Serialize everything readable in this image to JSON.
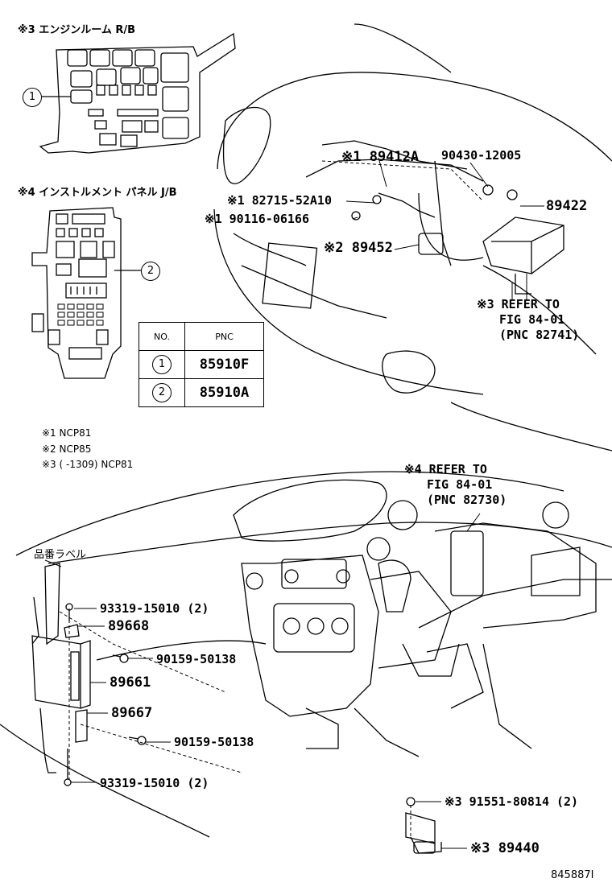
{
  "headers": {
    "engine_rb": "※3 エンジンルーム R/B",
    "instrument_jb": "※4 インストルメント パネル J/B"
  },
  "callouts": {
    "one": "1",
    "two": "2"
  },
  "table": {
    "col_no": "NO.",
    "col_pnc": "PNC",
    "rows": [
      {
        "no": "1",
        "pnc": "85910F"
      },
      {
        "no": "2",
        "pnc": "85910A"
      }
    ]
  },
  "notes": {
    "n1": "※1 NCP81",
    "n2": "※2 NCP85",
    "n3": "※3 (       -1309) NCP81"
  },
  "label_jp": "品番ラベル",
  "parts": {
    "p89412a": "※1 89412A",
    "p90430": "90430-12005",
    "p82715": "※1 82715-52A10",
    "p89422": "89422",
    "p90116": "※1 90116-06166",
    "p89452": "※2 89452",
    "ref1_line1": "※3 REFER TO",
    "ref1_line2": "FIG 84-01",
    "ref1_line3": "(PNC 82741)",
    "ref2_line1": "※4 REFER TO",
    "ref2_line2": "FIG 84-01",
    "ref2_line3": "(PNC 82730)",
    "p93319a": "93319-15010 (2)",
    "p89668": "89668",
    "p90159a": "90159-50138",
    "p89661": "89661",
    "p89667": "89667",
    "p90159b": "90159-50138",
    "p93319b": "93319-15010 (2)",
    "p91551": "※3 91551-80814 (2)",
    "p89440": "※3 89440"
  },
  "figure_id": "845887I"
}
